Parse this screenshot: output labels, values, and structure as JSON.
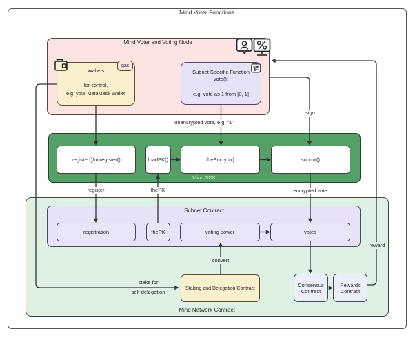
{
  "title": "Mind Voter Functions",
  "containers": {
    "voting_node": {
      "label": "Mind Voter and Voting Node"
    },
    "sdk": {
      "label": "Mind SDK"
    },
    "network": {
      "label": "Mind Network Contract"
    },
    "subnet": {
      "label": "Subnet Contract"
    }
  },
  "nodes": {
    "wallets": {
      "title": "Wallets",
      "desc1": "for control,",
      "desc2": "e.g. your MetaMask Wallet",
      "badge": "gas"
    },
    "vote_fn": {
      "title1": "Subnet Specific Function",
      "title2": "vote():",
      "desc": "e.g. vote as 1 from [0, 1]"
    },
    "register_fn": {
      "label": "register()/unregister()"
    },
    "loadpk_fn": {
      "label": "loadPK()"
    },
    "fheencrypt_fn": {
      "label": "fheEncrypt()"
    },
    "submit_fn": {
      "label": "submit()"
    },
    "registration": {
      "label": "registration"
    },
    "fhepk": {
      "label": "fhePK"
    },
    "voting_power": {
      "label": "voting power"
    },
    "votes": {
      "label": "votes"
    },
    "staking": {
      "label": "Staking and Delegation Contract"
    },
    "consensus": {
      "label": "Consensus Contract"
    },
    "rewards": {
      "label": "Rewards Contract"
    }
  },
  "edges": {
    "unencrypted_vote": "unencrypted vote, e.g. “1”",
    "sign": "sign",
    "register": "register",
    "fhepk": "fhePK",
    "encrypted_vote": "encrypted vote",
    "convert": "convert",
    "stake_line1": "stake for",
    "stake_line2": "self-delegation",
    "reward": "reward"
  },
  "icons": {
    "wallet": "wallet-icon",
    "person_chat": "person-chat-icon",
    "percent_monitor": "percent-monitor-icon",
    "swap": "swap-arrows-icon"
  },
  "colors": {
    "node_pink": "#fce4e2",
    "node_yellow": "#fbf0cd",
    "node_purple": "#e7e2f8",
    "node_bluish": "#eceffa",
    "sdk_green": "#55a066",
    "network_green": "#def1e2",
    "line": "#333333"
  }
}
